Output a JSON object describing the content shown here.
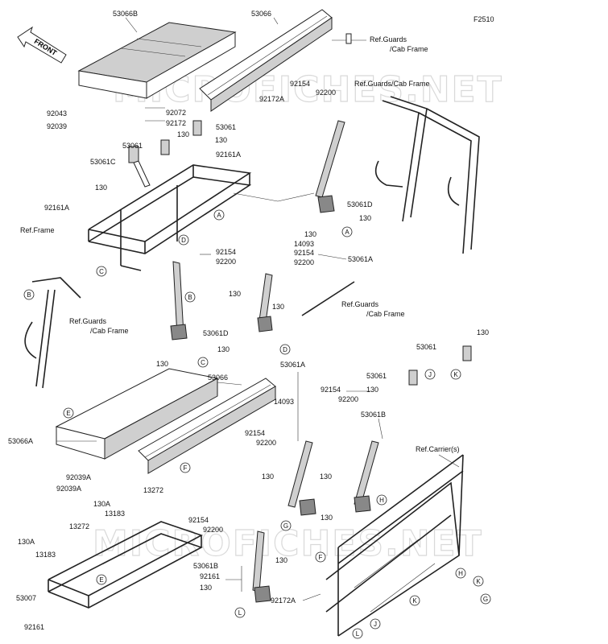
{
  "diagram_code": "F2510",
  "front_label": "FRONT",
  "watermark": "MICROFICHES.NET",
  "refs": {
    "guards_cab_1": [
      "Ref.Guards",
      "/Cab Frame"
    ],
    "guards_cab_2": "Ref.Guards/Cab Frame",
    "guards_cab_3": [
      "Ref.Guards",
      "/Cab Frame"
    ],
    "guards_cab_4": [
      "Ref.Guards",
      "/Cab Frame"
    ],
    "frame": "Ref.Frame",
    "carrier": "Ref.Carrier(s)"
  },
  "parts": {
    "p53066B": "53066B",
    "p53066_top": "53066",
    "p92043": "92043",
    "p92072": "92072",
    "p92039": "92039",
    "p92172_top": "92172",
    "p53061_a": "53061",
    "p130_a": "130",
    "p53061_b": "53061",
    "p130_b": "130",
    "p92161A_top": "92161A",
    "p53061C": "53061C",
    "p130_c": "130",
    "p92161A_left": "92161A",
    "p92172A_top": "92172A",
    "p92154_top": "92154",
    "p92200_top": "92200",
    "p53061D_r": "53061D",
    "p130_d": "130",
    "p130_e": "130",
    "p14093_top": "14093",
    "p92154_mid": "92154",
    "p92200_mid": "92200",
    "p53061A_mid": "53061A",
    "p92154_l": "92154",
    "p92200_l": "92200",
    "p130_f": "130",
    "p130_g": "130",
    "p53061D_l": "53061D",
    "p130_h": "130",
    "p130_i": "130",
    "p53066_mid": "53066",
    "p53061A_low": "53061A",
    "p14093_low": "14093",
    "p92154_low": "92154",
    "p92200_low": "92200",
    "p92154_low2": "92154",
    "p92200_low2": "92200",
    "p53061B_r": "53061B",
    "p53066A": "53066A",
    "p92039A_1": "92039A",
    "p92039A_2": "92039A",
    "p13272_top": "13272",
    "p130A_top": "130A",
    "p13183_top": "13183",
    "p13272_l": "13272",
    "p130_j": "130",
    "p130_k": "130",
    "p130_l": "130",
    "p92154_b": "92154",
    "p92200_b": "92200",
    "p130A_l": "130A",
    "p13183_l": "13183",
    "p130_m": "130",
    "p53061B_l": "53061B",
    "p92161_1": "92161",
    "p53007": "53007",
    "p130_n": "130",
    "p92172A_b": "92172A",
    "p92161_2": "92161",
    "p53061_r": "53061",
    "p130_r": "130",
    "p53061_r2": "53061",
    "p130_r2": "130"
  },
  "callouts": {
    "A1": "A",
    "A2": "A",
    "B1": "B",
    "B2": "B",
    "C1": "C",
    "C2": "C",
    "D1": "D",
    "D2": "D",
    "E1": "E",
    "E2": "E",
    "F1": "F",
    "F2": "F",
    "G1": "G",
    "G2": "G",
    "H1": "H",
    "H2": "H",
    "J1": "J",
    "J2": "J",
    "K1": "K",
    "K2": "K",
    "K3": "K",
    "L1": "L",
    "L2": "L"
  }
}
